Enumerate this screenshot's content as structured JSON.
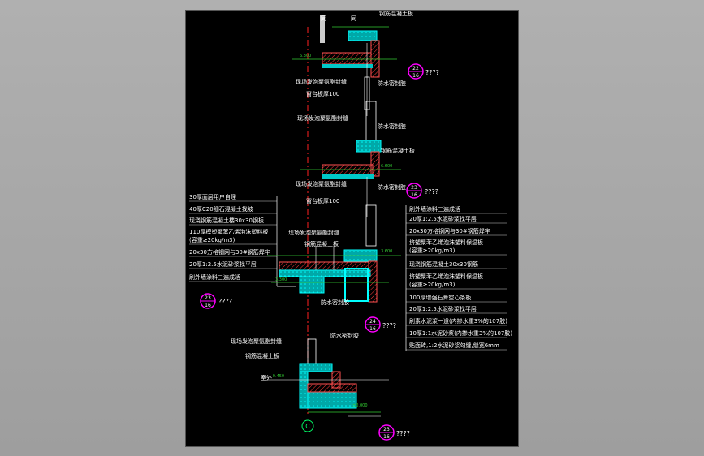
{
  "colors": {
    "background": "#000000",
    "frame": "#a6a6a6",
    "line": "#ffffff",
    "concrete": "#00c8c8",
    "insulation": "#ff3b3b",
    "axis": "#ff2020",
    "dimension": "#33cc33",
    "tag": "#ff00ff",
    "note_text": "#ffffff"
  },
  "top_labels": {
    "floor_top": "钢筋混凝土板",
    "mark_a": "同",
    "mark_b": "同"
  },
  "callouts": [
    {
      "num": "22",
      "sheet": "16",
      "text": "????"
    },
    {
      "num": "23",
      "sheet": "16",
      "text": "????"
    },
    {
      "num": "23",
      "sheet": "16",
      "text": "????"
    },
    {
      "num": "24",
      "sheet": "16",
      "text": "????"
    },
    {
      "num": "23",
      "sheet": "16",
      "text": "????"
    }
  ],
  "labels": {
    "wall_a1": "现场发泡聚氨酯封缝",
    "wall_a2": "防水密封胶",
    "wall_a3": "窗台板厚100",
    "wall_b1": "现场发泡聚氨酯封缝",
    "wall_b2": "防水密封胶",
    "wall_b3": "钢筋混凝土板",
    "wall_c1": "现场发泡聚氨酯封缝",
    "wall_c2": "防水密封胶",
    "wall_c3": "窗台板厚100",
    "mid_slab": "钢筋混凝土板",
    "mid_sealant": "现场发泡聚氨酯封缝",
    "mid_waterproof": "防水密封胶",
    "low_foam": "现场发泡聚氨酯封缝",
    "low_concrete": "钢筋混凝土板",
    "low_waterproof": "防水密封胶",
    "low_grade": "室外",
    "axis_label": "C"
  },
  "left_notes": [
    "30厚面层用户自理",
    "40厚C20细石混凝土找坡",
    "现浇钢筋混凝土楼30x30钢板",
    "110厚模塑聚苯乙烯泡沫塑料板",
    "(容重≥20kg/m3)",
    "20x30方格钢网与30#钢筋焊牢",
    "20厚1:2.5水泥砂浆找平层",
    "刷外墙涂料三遍成活"
  ],
  "right_notes": [
    "刷外墙涂料三遍成活",
    "20厚1:2.5水泥砂浆找平层",
    "20x30方格钢网与30#钢筋焊牢",
    "挤塑聚苯乙烯泡沫塑料保温板",
    "(容重≥20kg/m3)",
    "现浇钢筋混凝土30x30钢筋",
    "挤塑聚苯乙烯泡沫塑料保温板",
    "(容重≥20kg/m3)",
    "100厚增强石膏空心条板",
    "20厚1:2.5水泥砂浆找平层",
    "刷素水泥浆一道(内掺水重3%的107胶)",
    "10厚1:1水泥砂浆(内掺水重3%的107胶)",
    "贴面砖,1:2水泥砂浆勾缝,缝宽6mm"
  ],
  "elevations": [
    "±0.000",
    "-0.450",
    "3.600",
    "3.300",
    "6.600",
    "6.300"
  ]
}
